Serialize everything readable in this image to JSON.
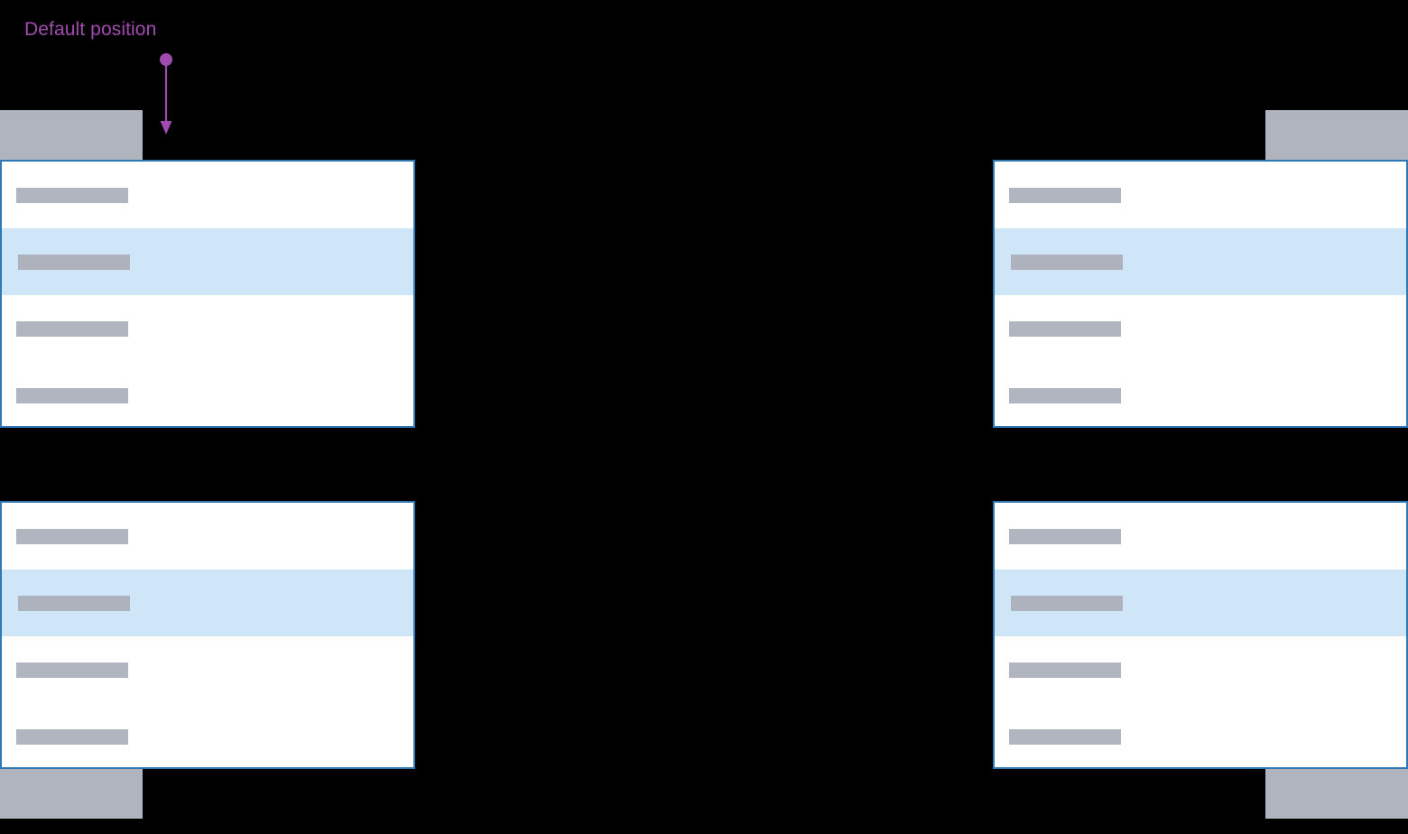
{
  "diagram": {
    "title": "Default position",
    "background_color": "#000000",
    "annotation": {
      "label": "Default position",
      "color": "#A14BAF",
      "marker_icon": "dot-marker-icon",
      "arrow_icon": "down-arrow-icon",
      "direction": "down"
    },
    "colors": {
      "panel_background": "#FFFFFF",
      "panel_border": "#2E79B5",
      "row_highlight": "#CEE6F8",
      "placeholder_bar": "#B0B5BF",
      "anchor_box": "#AFB4BE",
      "annotation_purple": "#A14BAF"
    },
    "panels": [
      {
        "id": "top-left",
        "name": "dropdown-panel-top-left",
        "anchor_position": "above-left",
        "rows": [
          {
            "label": "",
            "highlighted": false
          },
          {
            "label": "",
            "highlighted": true
          },
          {
            "label": "",
            "highlighted": false
          },
          {
            "label": "",
            "highlighted": false
          }
        ]
      },
      {
        "id": "top-right",
        "name": "dropdown-panel-top-right",
        "anchor_position": "above-right",
        "rows": [
          {
            "label": "",
            "highlighted": false
          },
          {
            "label": "",
            "highlighted": true
          },
          {
            "label": "",
            "highlighted": false
          },
          {
            "label": "",
            "highlighted": false
          }
        ]
      },
      {
        "id": "bottom-left",
        "name": "dropdown-panel-bottom-left",
        "anchor_position": "below-left",
        "rows": [
          {
            "label": "",
            "highlighted": false
          },
          {
            "label": "",
            "highlighted": true
          },
          {
            "label": "",
            "highlighted": false
          },
          {
            "label": "",
            "highlighted": false
          }
        ]
      },
      {
        "id": "bottom-right",
        "name": "dropdown-panel-bottom-right",
        "anchor_position": "below-right",
        "rows": [
          {
            "label": "",
            "highlighted": false
          },
          {
            "label": "",
            "highlighted": true
          },
          {
            "label": "",
            "highlighted": false
          },
          {
            "label": "",
            "highlighted": false
          }
        ]
      }
    ],
    "anchors": [
      {
        "id": "anchor-top-left",
        "name": "anchor-box-top-left"
      },
      {
        "id": "anchor-top-right",
        "name": "anchor-box-top-right"
      },
      {
        "id": "anchor-bottom-left",
        "name": "anchor-box-bottom-left"
      },
      {
        "id": "anchor-bottom-right",
        "name": "anchor-box-bottom-right"
      }
    ]
  }
}
